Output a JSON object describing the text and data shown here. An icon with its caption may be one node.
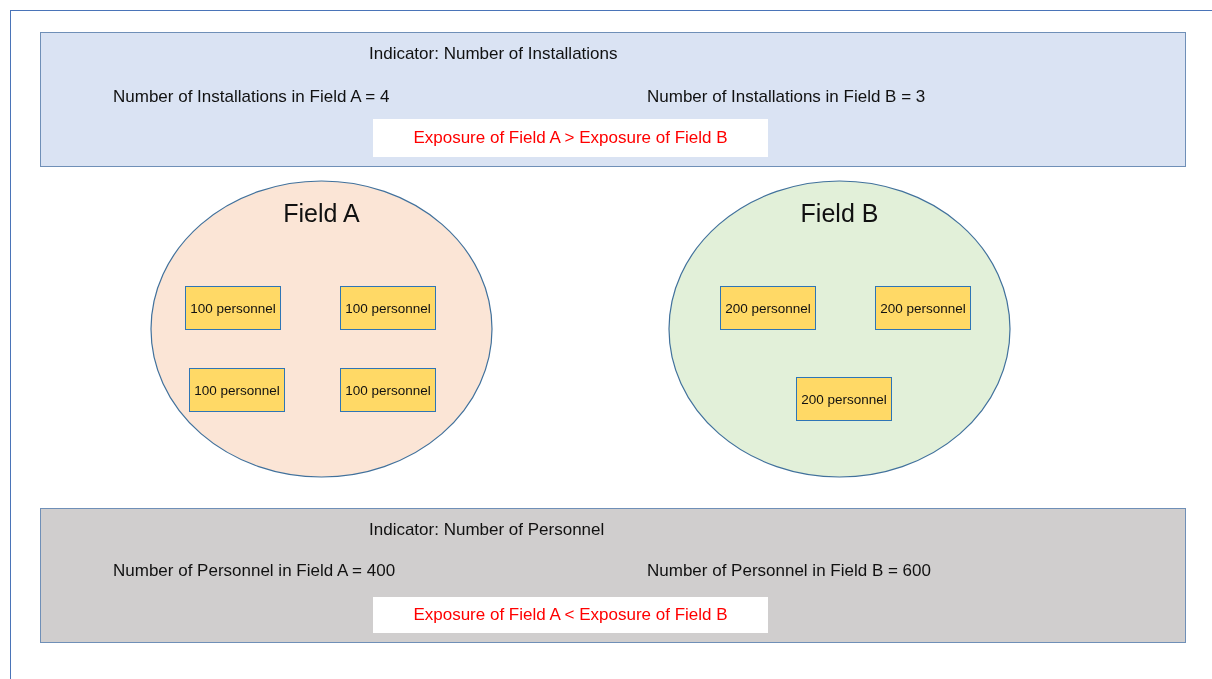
{
  "diagram": {
    "nodes": [
      {
        "text": [
          "Indicator: Number of Installations",
          "Number of Installations in Field A = 4",
          "Number of Installations in Field B = 3"
        ]
      },
      {
        "text": [
          "Exposure of Field A > Exposure of Field B"
        ],
        "in": 0
      },
      {
        "text": [
          "Field A"
        ]
      },
      {
        "text": [
          "100 personnel"
        ],
        "in": 2
      },
      {
        "text": [
          "100 personnel"
        ],
        "in": 2
      },
      {
        "text": [
          "100 personnel"
        ],
        "in": 2
      },
      {
        "text": [
          "100 personnel"
        ],
        "in": 2
      },
      {
        "text": [
          "Field B"
        ]
      },
      {
        "text": [
          "200 personnel"
        ],
        "in": 7
      },
      {
        "text": [
          "200 personnel"
        ],
        "in": 7
      },
      {
        "text": [
          "200 personnel"
        ],
        "in": 7
      },
      {
        "text": [
          "Indicator: Number of Personnel",
          "Number of Personnel in Field A = 400",
          "Number of Personnel in Field B = 600"
        ]
      },
      {
        "text": [
          "Exposure of Field A < Exposure of Field B"
        ],
        "in": 11
      }
    ]
  }
}
